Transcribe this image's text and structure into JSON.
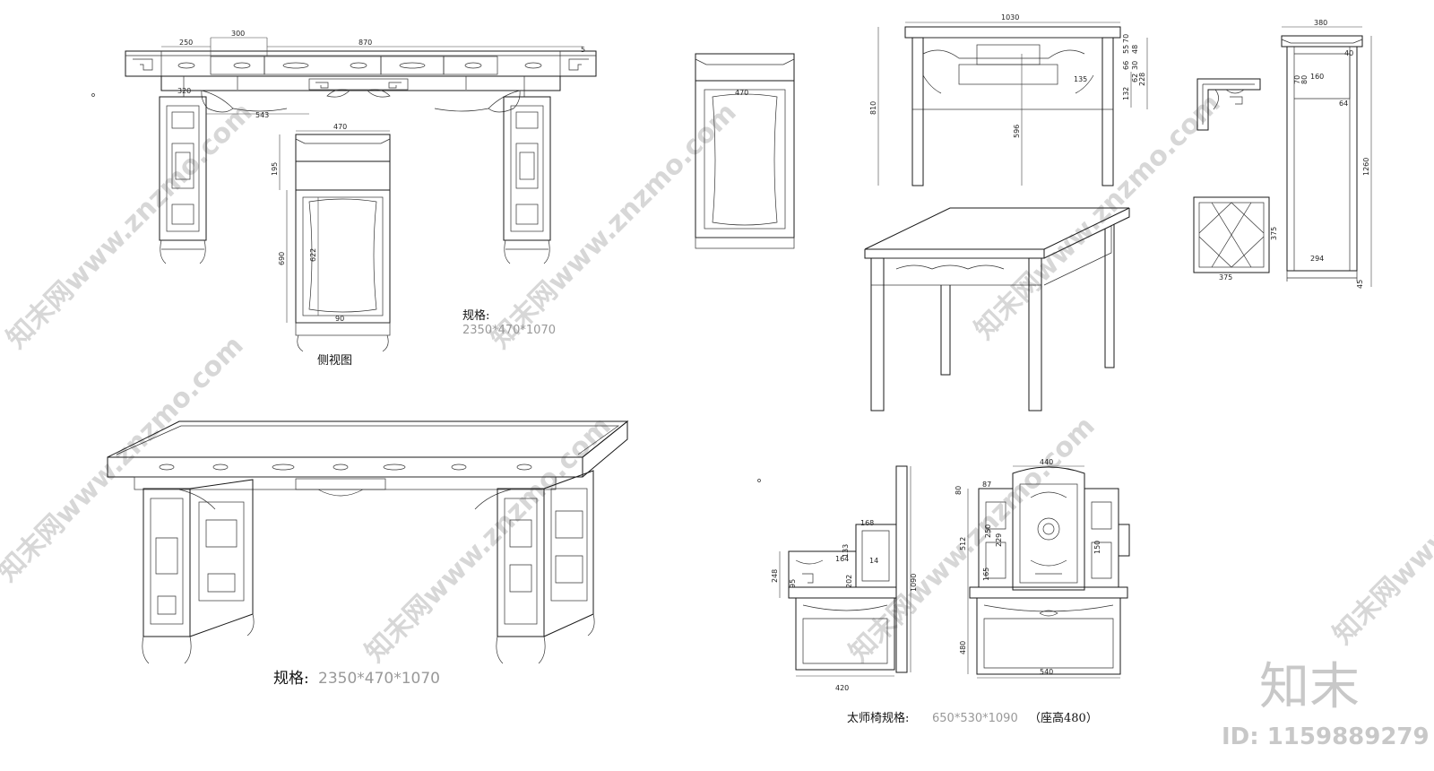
{
  "desk": {
    "top_dims": [
      "250",
      "300",
      "870",
      "5"
    ],
    "leg_dims": [
      "320",
      "543"
    ],
    "spec_label": "规格:",
    "spec_value": "2350*470*1070"
  },
  "side_view": {
    "title": "侧视图",
    "dims": [
      "470",
      "195",
      "690",
      "622",
      "90"
    ]
  },
  "cabinet": {
    "dims": [
      "470"
    ]
  },
  "square_table": {
    "dims": [
      "1030",
      "810",
      "596",
      "228",
      "132",
      "135",
      "70",
      "55",
      "48",
      "66",
      "30",
      "62"
    ]
  },
  "tall_cabinet": {
    "dims": [
      "380",
      "1260",
      "70",
      "160",
      "64",
      "40",
      "294",
      "45",
      "80"
    ]
  },
  "panel_details": {
    "dims": [
      "375",
      "375"
    ]
  },
  "perspective": {
    "spec_label": "规格:",
    "spec_value": "2350*470*1070"
  },
  "chair": {
    "side_dims": [
      "168",
      "133",
      "164",
      "14",
      "202",
      "248",
      "95",
      "1090",
      "420"
    ],
    "front_dims": [
      "440",
      "80",
      "87",
      "512",
      "250",
      "150",
      "229",
      "165",
      "480",
      "540"
    ],
    "spec_label": "太师椅规格:",
    "spec_value": "650*530*1090",
    "seat_note": "（座高480）"
  },
  "watermark": {
    "text": "知末网www.znzmo.com",
    "logo": "知末",
    "id": "ID: 1159889279"
  }
}
